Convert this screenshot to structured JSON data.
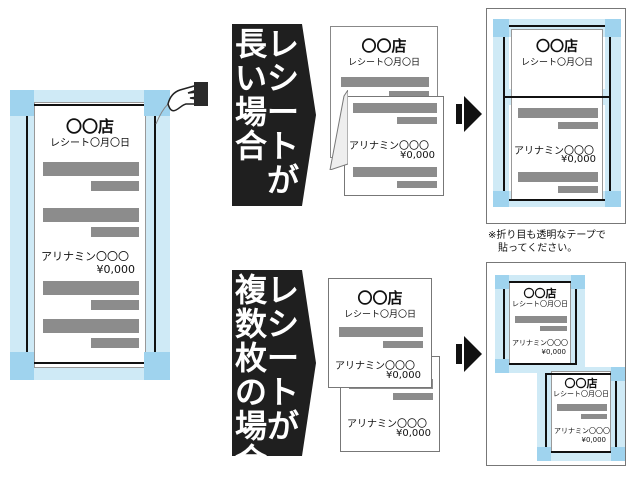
{
  "left_receipt": {
    "store": "〇〇店",
    "subtitle": "レシート〇月〇日",
    "item": "アリナミン〇〇〇",
    "price": "¥0,000"
  },
  "long_case": {
    "banner_col1": "長い場合",
    "banner_col2": "レシートが",
    "receipt_store": "〇〇店",
    "receipt_subtitle": "レシート〇月〇日",
    "receipt_item": "アリナミン〇〇〇",
    "receipt_price": "¥0,000",
    "result_store": "〇〇店",
    "result_subtitle": "レシート〇月〇日",
    "result_item": "アリナミン〇〇〇",
    "result_price": "¥0,000",
    "note_line1": "※折り目も透明なテープで",
    "note_line2": "貼ってください。"
  },
  "multi_case": {
    "banner_col1": "複数枚の場合",
    "banner_col2": "レシートが",
    "receipt1_store": "〇〇店",
    "receipt1_subtitle": "レシート〇月〇日",
    "receipt1_item": "アリナミン〇〇〇",
    "receipt1_price": "¥0,000",
    "receipt2_item": "アリナミン〇〇〇",
    "receipt2_price": "¥0,000",
    "result1_store": "〇〇店",
    "result1_subtitle": "レシート〇月〇日",
    "result1_item": "アリナミン〇〇〇",
    "result1_price": "¥0,000",
    "result2_store": "〇〇店",
    "result2_subtitle": "レシート〇月〇日",
    "result2_item": "アリナミン〇〇〇",
    "result2_price": "¥0,000"
  },
  "colors": {
    "tape": "#cfeaf6",
    "tape_corner": "#9fd3ee",
    "banner": "#1f1f1f",
    "bar": "#8c8c8c"
  },
  "icons": [
    "hand-icon",
    "arrow-right-icon"
  ]
}
